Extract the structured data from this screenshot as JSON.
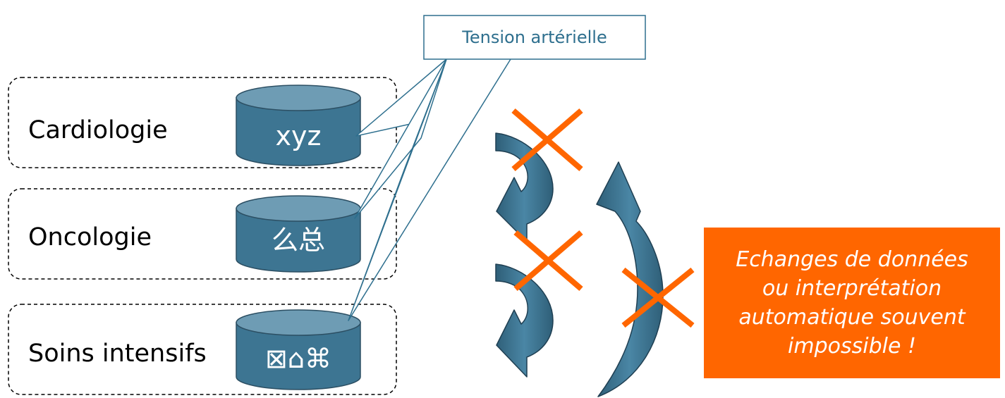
{
  "callout": {
    "text": "Tension artérielle"
  },
  "departments": [
    {
      "label": "Cardiologie",
      "db_label": "xyz"
    },
    {
      "label": "Oncologie",
      "db_label": "么总"
    },
    {
      "label": "Soins intensifs",
      "db_label": "⊠⌂⌘"
    }
  ],
  "note": {
    "lines": [
      "Echanges de données",
      "ou interprétation",
      "automatique souvent",
      "impossible !"
    ]
  },
  "colors": {
    "database_fill": "#3d7592",
    "database_top": "#6e9cb4",
    "arrow_fill": "#3d7592",
    "cross": "#ff6600",
    "note_background": "#ff6600",
    "callout_border": "#2e6f8e"
  }
}
